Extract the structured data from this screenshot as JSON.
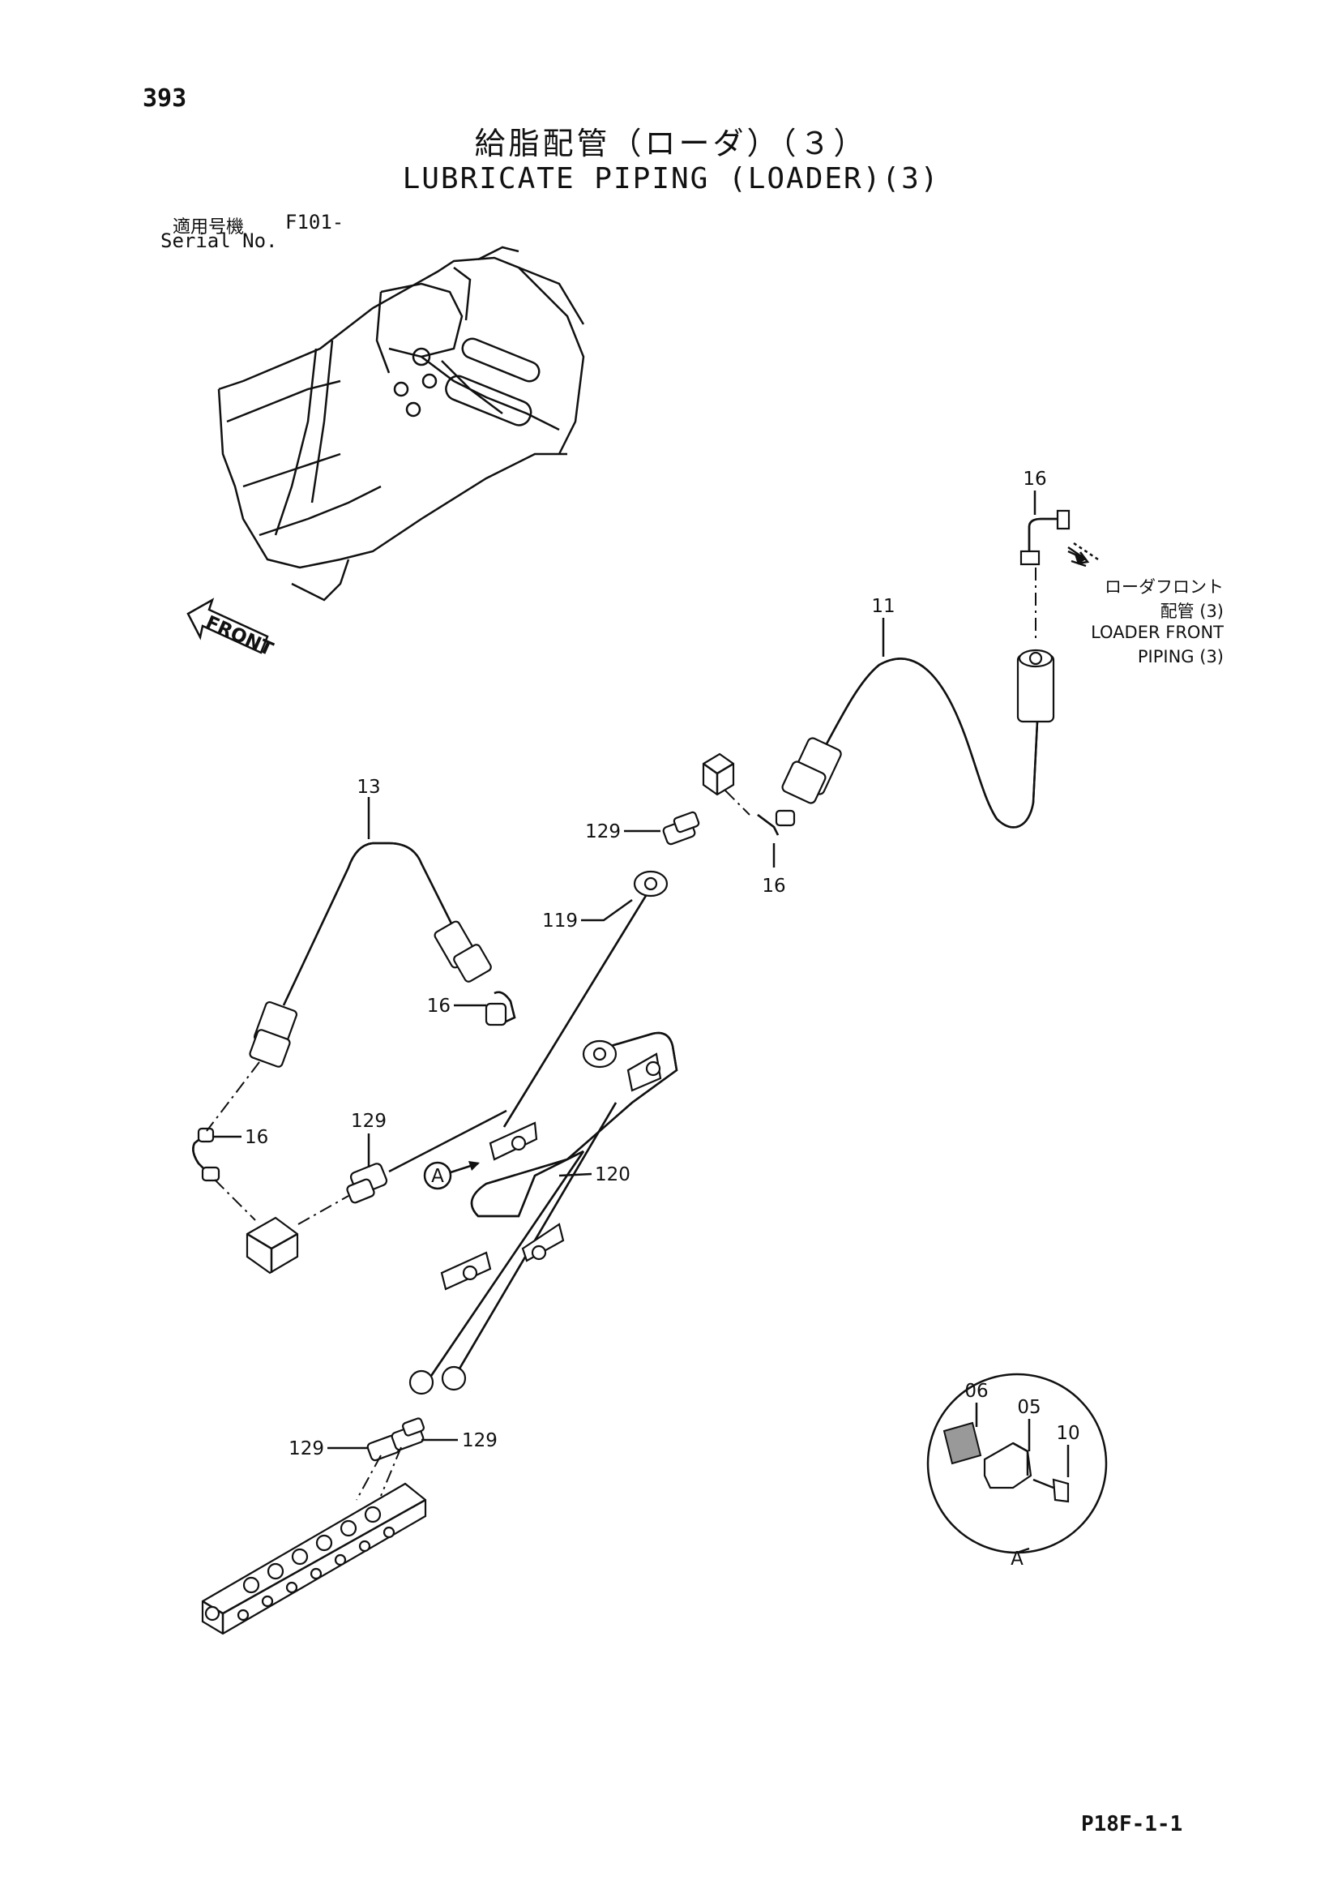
{
  "header": {
    "page_number": "393",
    "title_jp": "給脂配管（ローダ）（３）",
    "title_en": "LUBRICATE PIPING (LOADER)(3)",
    "serial_label_jp": "適用号機",
    "serial_value": "F101-",
    "serial_label_en": "Serial No."
  },
  "front_arrow_label": "FRONT",
  "destination": {
    "line_jp1": "ローダフロント",
    "line_jp2": "配管 (3)",
    "line_en1": "LOADER FRONT",
    "line_en2": "PIPING (3)"
  },
  "callouts": {
    "p16_top": "16",
    "p11": "11",
    "p13": "13",
    "p129_a": "129",
    "p16_mid": "16",
    "p119": "119",
    "p16_left": "16",
    "p16_far_left": "16",
    "p129_b": "129",
    "p120": "120",
    "detail_ref": "A",
    "p129_c": "129",
    "p129_d": "129",
    "p06": "06",
    "p05": "05",
    "p10": "10",
    "detail_label": "A"
  },
  "footer": {
    "code": "P18F-1-1"
  }
}
